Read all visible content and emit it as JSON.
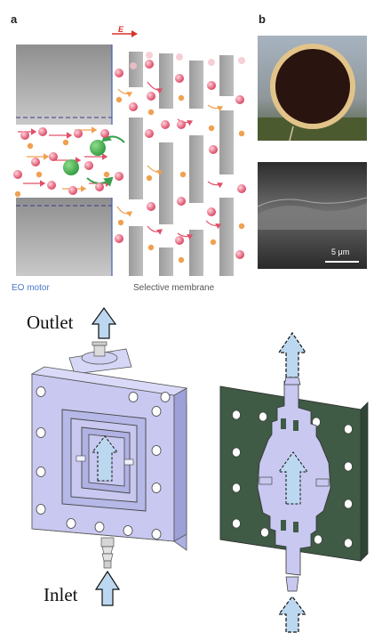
{
  "figure": {
    "panel_a": {
      "label": "a",
      "field_label": "E",
      "left_caption": "EO motor",
      "right_caption": "Selective membrane"
    },
    "panel_b": {
      "label": "b",
      "scale_bar": "5 μm"
    },
    "device": {
      "outlet_label": "Outlet",
      "inlet_label": "Inlet"
    },
    "colors": {
      "housing": "#c8c8f0",
      "membrane_plate": "#3f5a45",
      "flow_arrow": "#bcd8f0",
      "wall_gray": "#a8a8a8",
      "ion_red": "#e0506a",
      "ion_orange": "#f0a050",
      "particle_green": "#3aa050"
    }
  }
}
